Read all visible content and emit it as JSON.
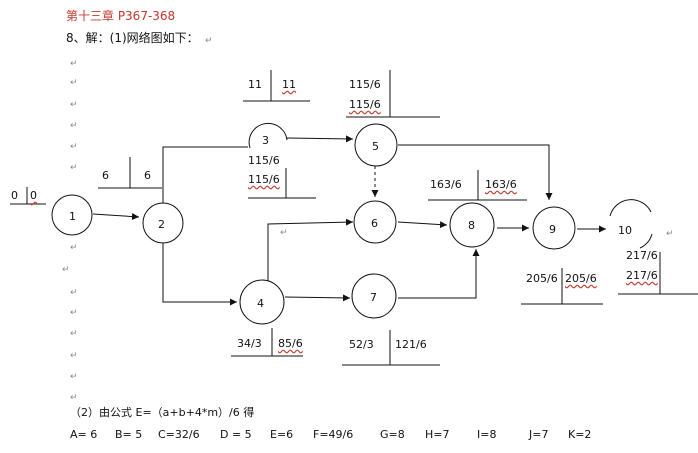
{
  "header": {
    "title": "第十三章 P367-368",
    "heading": "8、解：(1)网络图如下："
  },
  "paragraph_mark": "↵",
  "network": {
    "nodes": [
      {
        "id": "n1",
        "label": "1"
      },
      {
        "id": "n2",
        "label": "2"
      },
      {
        "id": "n3",
        "label": "3"
      },
      {
        "id": "n4",
        "label": "4"
      },
      {
        "id": "n5",
        "label": "5"
      },
      {
        "id": "n6",
        "label": "6"
      },
      {
        "id": "n7",
        "label": "7"
      },
      {
        "id": "n8",
        "label": "8"
      },
      {
        "id": "n9",
        "label": "9"
      },
      {
        "id": "n10",
        "label": "10"
      }
    ],
    "times": {
      "n1": [
        "0",
        "0"
      ],
      "n2": [
        "6",
        "6"
      ],
      "n3_top": [
        "11",
        "11"
      ],
      "n3_bottom": [
        "115/6",
        "115/6"
      ],
      "n5": [
        "115/6",
        "115/6"
      ],
      "n8": [
        "163/6",
        "163/6"
      ],
      "n9": [
        "205/6",
        "205/6"
      ],
      "n10": [
        "217/6",
        "217/6"
      ],
      "n4": [
        "34/3",
        "85/6"
      ],
      "n7": [
        "52/3",
        "121/6"
      ]
    }
  },
  "formula": {
    "line": "（2）由公式 E=（a+b+4*m）/6 得",
    "values": [
      {
        "name": "A",
        "text": "A= 6"
      },
      {
        "name": "B",
        "text": "B= 5"
      },
      {
        "name": "C",
        "text": "C=32/6"
      },
      {
        "name": "D",
        "text": "D = 5"
      },
      {
        "name": "E",
        "text": "E=6"
      },
      {
        "name": "F",
        "text": "F=49/6"
      },
      {
        "name": "G",
        "text": "G=8"
      },
      {
        "name": "H",
        "text": "H=7"
      },
      {
        "name": "I",
        "text": "I=8"
      },
      {
        "name": "J",
        "text": "J=7"
      },
      {
        "name": "K",
        "text": "K=2"
      }
    ]
  }
}
